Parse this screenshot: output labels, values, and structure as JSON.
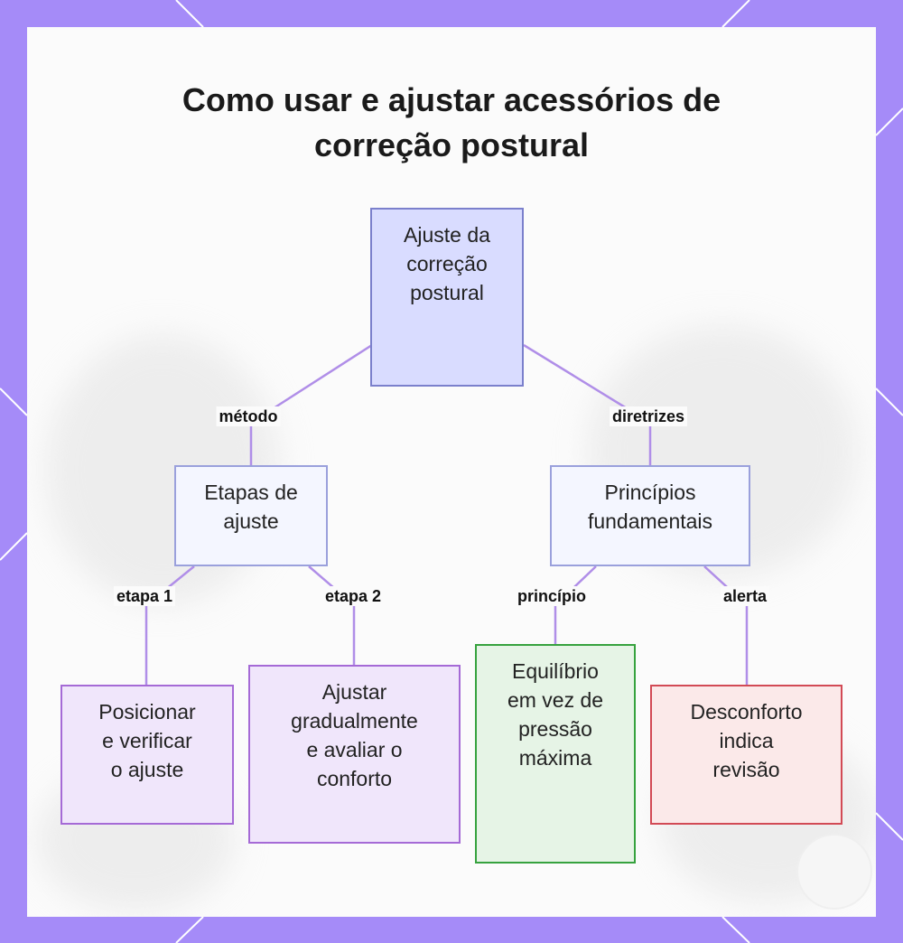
{
  "title": "Como usar e ajustar acessórios de\ncorreção postural",
  "colors": {
    "frame": "#a58bf8",
    "root_fill": "#d9dcff",
    "root_border": "#7b80cc",
    "mid_fill": "#f4f6ff",
    "mid_border": "#9aa0dc",
    "purple_fill": "#f0e6fb",
    "purple_border": "#a56ad6",
    "green_fill": "#e6f4e6",
    "green_border": "#36a23e",
    "red_fill": "#fbe9e9",
    "red_border": "#d24a55",
    "edge": "#b08ee8"
  },
  "nodes": {
    "root": "Ajuste da\ncorreção\npostural",
    "steps": "Etapas de\najuste",
    "principles": "Princípios\nfundamentais",
    "step1": "Posicionar\ne verificar\no ajuste",
    "step2": "Ajustar\ngradualmente\ne avaliar o\nconforto",
    "balance": "Equilíbrio\nem vez de\npressão\nmáxima",
    "discomfort": "Desconforto\nindica\nrevisão"
  },
  "edges": {
    "method": "método",
    "guidelines": "diretrizes",
    "step1": "etapa 1",
    "step2": "etapa 2",
    "principle": "princípio",
    "alert": "alerta"
  }
}
